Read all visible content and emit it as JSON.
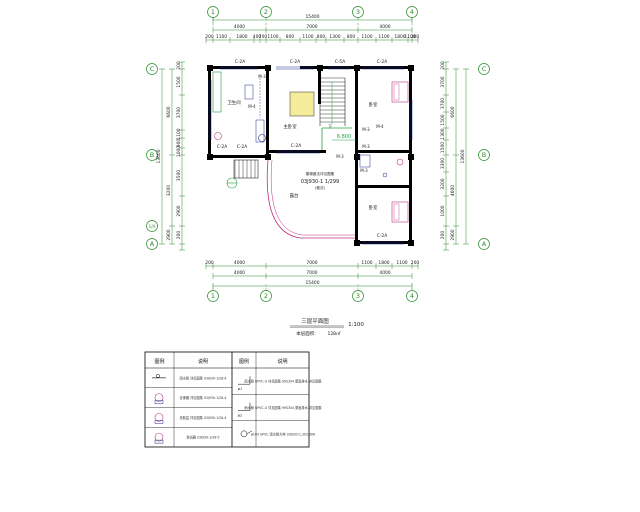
{
  "axes": {
    "cols": [
      "1",
      "2",
      "3",
      "4"
    ],
    "rows": [
      "A",
      "B",
      "C"
    ],
    "subrows": [
      "1/A"
    ]
  },
  "dims": {
    "top_total": "15400",
    "top_mid": [
      "4000",
      "7000",
      "4000"
    ],
    "top_segments": [
      "200",
      "1100",
      "1800",
      "400",
      "700",
      "1100",
      "800",
      "1100",
      "800",
      "1300",
      "800",
      "1100",
      "1100",
      "1800",
      "1100",
      "200"
    ],
    "bottom_segments": [
      "200",
      "4000",
      "7000",
      "1100",
      "1800",
      "1100",
      "200"
    ],
    "bottom_mid": [
      "4000",
      "7000",
      "4000"
    ],
    "bottom_total": "15400",
    "left_outer": "13600",
    "left_mid": [
      "6600",
      "3200",
      "2900"
    ],
    "left_segments": [
      "200",
      "1500",
      "3700",
      "1100",
      "900",
      "1000",
      "3500",
      "2900",
      "200"
    ],
    "right_outer": "13600",
    "right_mid": [
      "6600",
      "4600",
      "2900"
    ],
    "right_segments": [
      "200",
      "3700",
      "3700",
      "1500",
      "1300",
      "1500",
      "3300",
      "3200",
      "1000",
      "200"
    ]
  },
  "labels": {
    "windows": [
      "C-2A",
      "C-2A",
      "C-5A",
      "C-2A",
      "C-2A",
      "C-2A",
      "C-2A",
      "C-2A"
    ],
    "doors": [
      "M-3",
      "M-4",
      "M-3",
      "M-3",
      "M-3",
      "M-3",
      "M-4"
    ],
    "rooms": [
      "卫生间",
      "主卧室",
      "卧室",
      "卧室",
      "露台"
    ],
    "level": "6.800",
    "note_code": "03J930-1 1/299",
    "note_lines": [
      "楼梯做法详见图集",
      "(做法)"
    ],
    "stair_up": "下",
    "plan_title": "三层平面图",
    "plan_scale": "1:100",
    "area_label": "本层面积:",
    "area_value": "128㎡"
  },
  "legend": {
    "headers": [
      "图例",
      "说明",
      "图例",
      "说明"
    ],
    "left_rows": [
      "雨水管 详见图集 03J930-1/28-4",
      "坐便器 详见图集 03J930-1/28-4",
      "洗脸盆 详见图集 03J930-1/28-4",
      "淋浴器 03J930-1/28-5"
    ],
    "right_rows": [
      "雨水管 UPVC-U 详见图集 99S304 屋面排水 详见图集",
      "雨水管 UPVC-U 详见图集 99S304 屋面排水 详见图集",
      "ø100 UPVC 雨水管大样 03J930-1,303,306"
    ],
    "right_codes": [
      "φ1",
      "φ2"
    ]
  },
  "colors": {
    "line": "#1e2a8a",
    "wall": "#000000",
    "dim": "#2a8a2a",
    "green": "#20a040",
    "cyan": "#10a0b0",
    "magenta": "#c03080",
    "yellow": "#f4ec9a"
  }
}
